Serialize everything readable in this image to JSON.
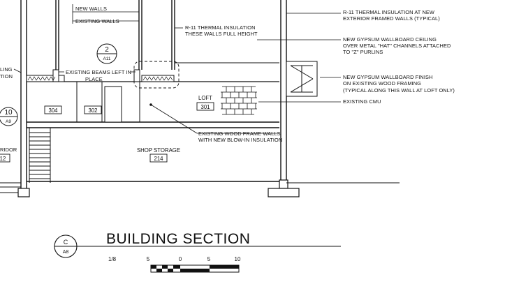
{
  "notes": {
    "new_walls": "NEW WALLS",
    "existing_walls": "EXISTING WALLS",
    "r11_walls": [
      "R-11 THERMAL INSULATION",
      "THESE WALLS FULL HEIGHT"
    ],
    "r11_exterior": [
      "R-11 THERMAL INSULATION AT NEW",
      "EXTERIOR FRAMED WALLS (TYPICAL)"
    ],
    "gyp_ceiling": [
      "NEW GYPSUM WALLBOARD CEILING",
      "OVER METAL \"HAT\" CHANNELS ATTACHED",
      "TO \"Z\" PURLINS"
    ],
    "existing_beams": [
      "EXISTING BEAMS LEFT IN",
      "PLACE"
    ],
    "gyp_finish": [
      "NEW GYPSUM WALLBOARD FINISH",
      "ON EXISTING WOOD FRAMING",
      "(TYPICAL ALONG THIS WALL AT LOFT ONLY)"
    ],
    "existing_cmu": "EXISTING CMU",
    "wood_frame": [
      "EXISTING WOOD FRAME WALLS",
      "WITH NEW BLOW-IN INSULATION"
    ],
    "left_partial": [
      "LING",
      "TION"
    ],
    "corridor_partial": "RIDOR"
  },
  "rooms": {
    "r304": "304",
    "r302": "302",
    "loft_name": "LOFT",
    "loft_num": "301",
    "storage_name": "SHOP STORAGE",
    "storage_num": "214",
    "corridor_num": "12"
  },
  "detail_tags": {
    "d2": {
      "top": "2",
      "bottom": "A11"
    },
    "d10": {
      "top": "10",
      "bottom": "A9"
    },
    "section": {
      "top": "C",
      "bottom": "A8"
    }
  },
  "title": {
    "text": "BUILDING SECTION",
    "scale_ratio": "1/8",
    "scale_labels": [
      "5",
      "0",
      "5",
      "10"
    ]
  }
}
